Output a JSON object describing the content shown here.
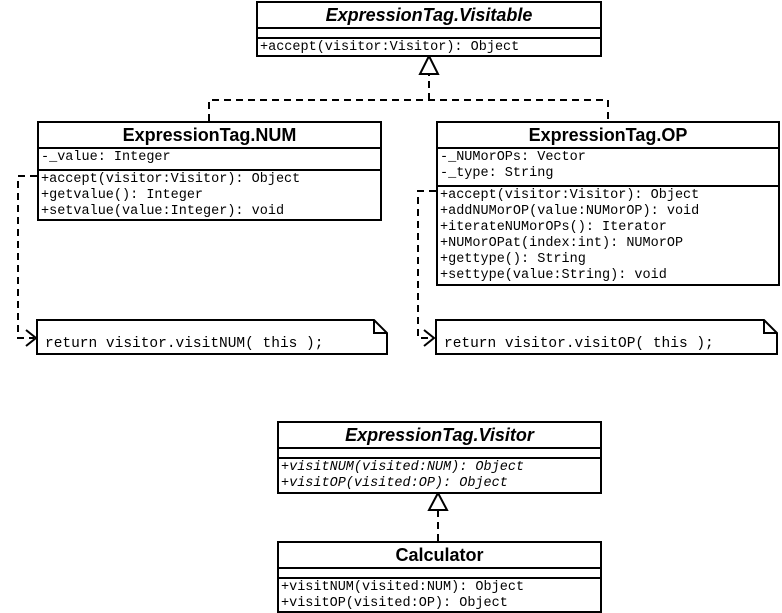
{
  "classes": {
    "visitable": {
      "name": "ExpressionTag.Visitable",
      "attributes": [],
      "operations": [
        "+accept(visitor:Visitor): Object"
      ]
    },
    "num": {
      "name": "ExpressionTag.NUM",
      "attributes": [
        "-_value: Integer"
      ],
      "operations": [
        "+accept(visitor:Visitor): Object",
        "+getvalue(): Integer",
        "+setvalue(value:Integer): void"
      ]
    },
    "op": {
      "name": "ExpressionTag.OP",
      "attributes": [
        "-_NUMorOPs: Vector",
        "-_type: String"
      ],
      "operations": [
        "+accept(visitor:Visitor): Object",
        "+addNUMorOP(value:NUMorOP): void",
        "+iterateNUMorOPs(): Iterator",
        "+NUMorOPat(index:int): NUMorOP",
        "+gettype(): String",
        "+settype(value:String): void"
      ]
    },
    "visitor": {
      "name": "ExpressionTag.Visitor",
      "attributes": [],
      "operations": [
        "+visitNUM(visited:NUM): Object",
        "+visitOP(visited:OP): Object"
      ]
    },
    "calculator": {
      "name": "Calculator",
      "attributes": [],
      "operations": [
        "+visitNUM(visited:NUM): Object",
        "+visitOP(visited:OP): Object"
      ]
    }
  },
  "notes": {
    "num_note": "return visitor.visitNUM( this );",
    "op_note": "return visitor.visitOP( this );"
  },
  "colors": {
    "line": "#000000",
    "background": "#ffffff"
  }
}
